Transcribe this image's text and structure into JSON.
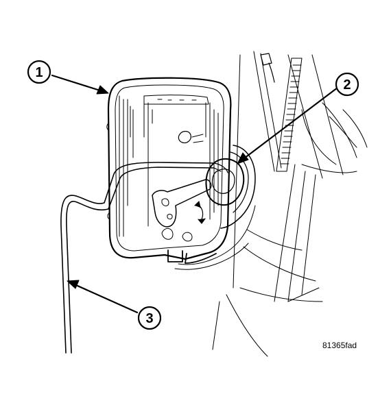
{
  "callouts": [
    {
      "id": "callout-1",
      "number": "1"
    },
    {
      "id": "callout-2",
      "number": "2"
    },
    {
      "id": "callout-3",
      "number": "3"
    }
  ],
  "figure_id": "81365fad",
  "colors": {
    "line": "#000000",
    "background": "#ffffff"
  }
}
